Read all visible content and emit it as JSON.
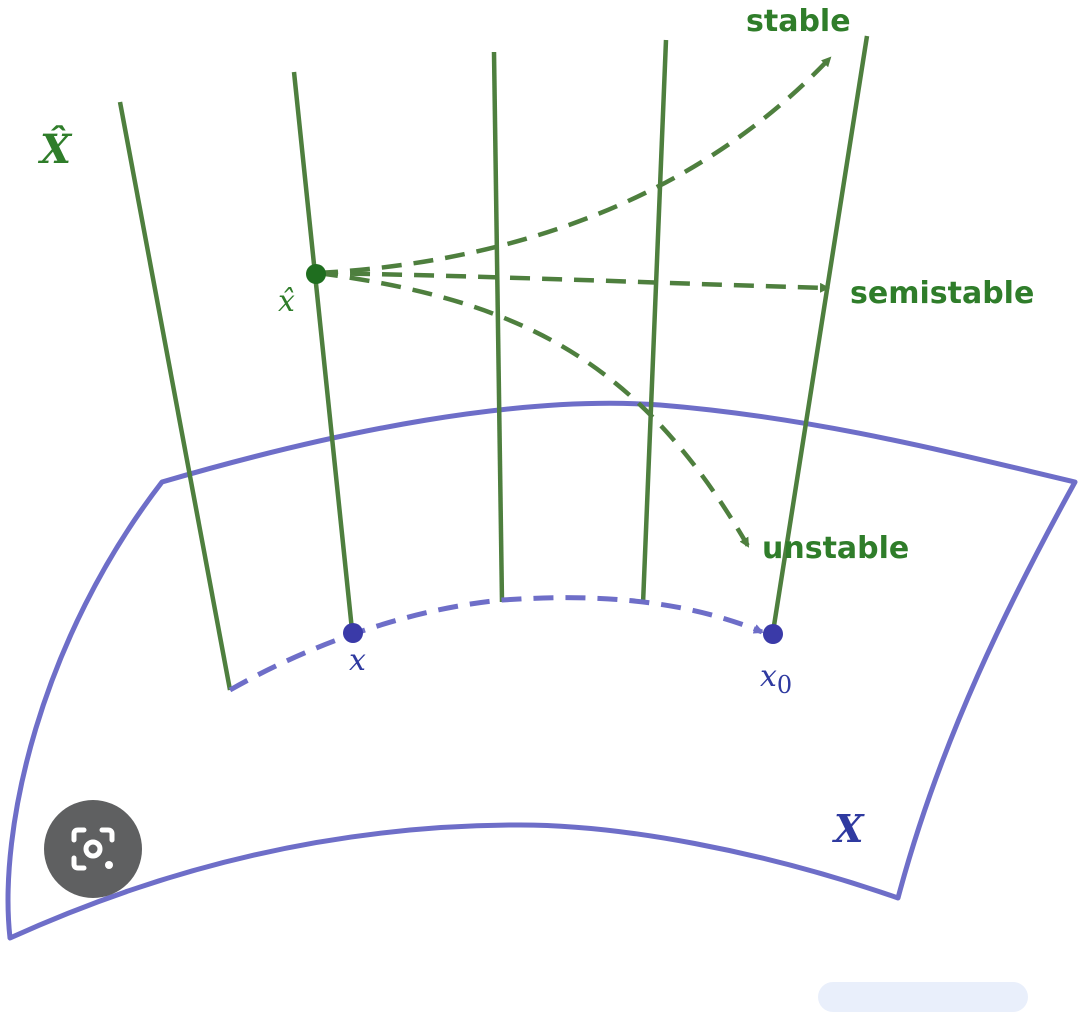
{
  "diagram": {
    "labels": {
      "fiber_space": "X̂",
      "base_space": "X",
      "point_hat": "x̂",
      "point_x": "x",
      "point_x0_main": "x",
      "point_x0_sub": "0"
    },
    "flow_labels": {
      "stable": "stable",
      "semistable": "semistable",
      "unstable": "unstable"
    }
  },
  "colors": {
    "fiber_green": "#4e7f3e",
    "label_green": "#2f7d2a",
    "point_green": "#1f6e1f",
    "surface_blue": "#6e6ec8",
    "point_blue": "#3a3aa8",
    "label_blue": "#2f3aa0",
    "lens_button_bg": "#5f6061",
    "pill_bg": "#e9effb"
  },
  "ui": {
    "lens_button_icon": "visual-search-icon"
  }
}
